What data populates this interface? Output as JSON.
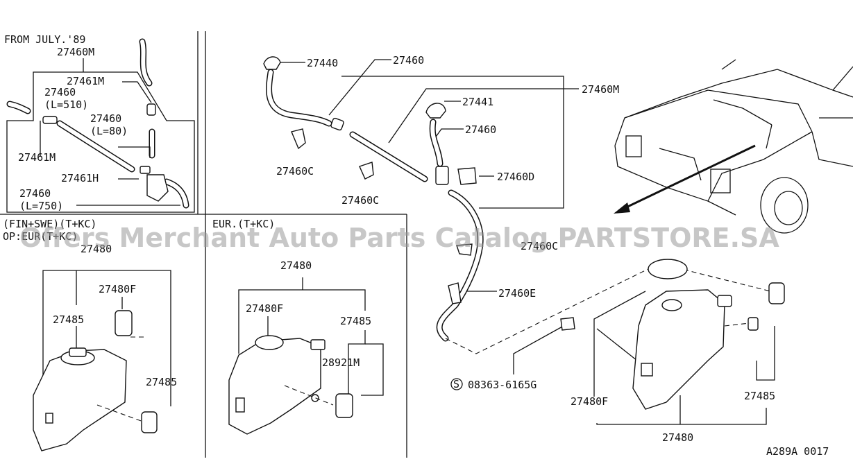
{
  "watermark": "Offers Merchant Auto Parts Catalog PARTSTORE.SA",
  "diagram_code": "A289A 0017",
  "panel_top_left": {
    "header": "FROM JULY.'89",
    "labels": {
      "p27460M": "27460M",
      "p27461M_a": "27461M",
      "p27460_a": "27460",
      "l510": "(L=510)",
      "p27460_b": "27460",
      "l80": "(L=80)",
      "p27461M_b": "27461M",
      "p27461H": "27461H",
      "p27460_c": "27460",
      "l750": "(L=750)"
    }
  },
  "panel_bottom_left": {
    "header1": "(FIN+SWE)(T+KC)",
    "header2": "OP:EUR(T+KC)",
    "labels": {
      "p27480": "27480",
      "p27480F": "27480F",
      "p27485_a": "27485",
      "p27485_b": "27485"
    }
  },
  "panel_bottom_mid": {
    "header": "EUR.(T+KC)",
    "labels": {
      "p27480": "27480",
      "p27480F": "27480F",
      "p27485": "27485",
      "p28921M": "28921M"
    }
  },
  "main": {
    "labels": {
      "p27440": "27440",
      "p27460_a": "27460",
      "p27460M": "27460M",
      "p27441": "27441",
      "p27460_b": "27460",
      "p27460C_a": "27460C",
      "p27460D": "27460D",
      "p27460C_b": "27460C",
      "p27460C_c": "27460C",
      "p27460E": "27460E",
      "screw": "08363-6165G",
      "screw_symbol": "S",
      "p27480F": "27480F",
      "p27485": "27485",
      "p27480": "27480"
    }
  }
}
